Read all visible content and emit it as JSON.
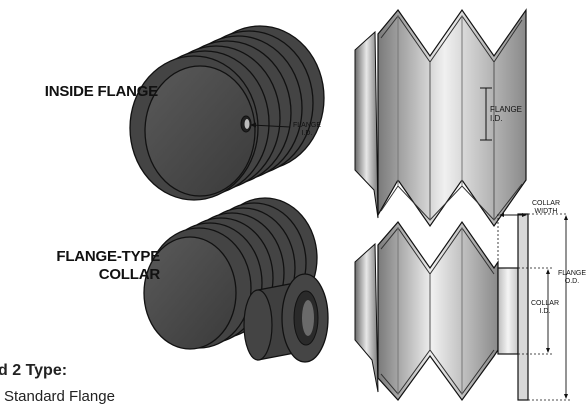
{
  "labels": {
    "inside_flange": "INSIDE FLANGE",
    "flange_type_line1": "FLANGE-TYPE",
    "flange_type_line2": "COLLAR",
    "flange_id_small_1": "FLANGE",
    "flange_id_small_2": "I.D.",
    "flange_id_right_1": "FLANGE",
    "flange_id_right_2": "I.D.",
    "collar_width_1": "COLLAR",
    "collar_width_2": "WIDTH",
    "flange_od_1": "FLANGE",
    "flange_od_2": "O.D.",
    "collar_id_1": "COLLAR",
    "collar_id_2": "I.D."
  },
  "cutoff_text": {
    "heading": "d 2 Type:",
    "line": "Standard Flange"
  },
  "colors": {
    "bellows_dark": "#3c3c3c",
    "bellows_face": "#4a4a4a",
    "outline": "#111111",
    "section_light": "#e6e6e6",
    "section_mid": "#9a9a9a"
  }
}
